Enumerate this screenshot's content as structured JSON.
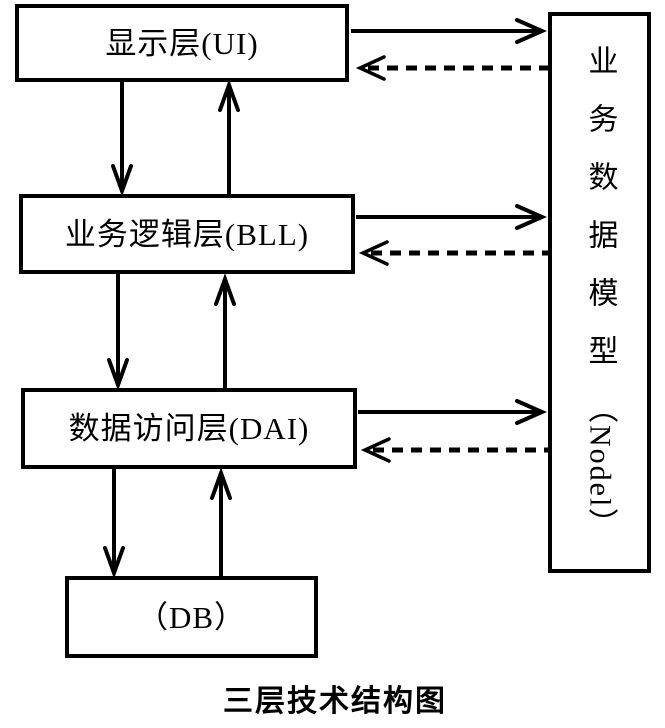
{
  "figure": {
    "caption": "三层技术结构图",
    "boxes": {
      "ui": {
        "label": "显示层(UI)"
      },
      "bll": {
        "label": "业务逻辑层(BLL)"
      },
      "dai": {
        "label": "数据访问层(DAI)"
      },
      "db": {
        "label": "（DB）"
      },
      "model": {
        "label_cjk": "业务数据模型",
        "label_latin": "（Nodel）"
      }
    },
    "colors": {
      "ink": "#000000",
      "background": "#ffffff"
    }
  }
}
